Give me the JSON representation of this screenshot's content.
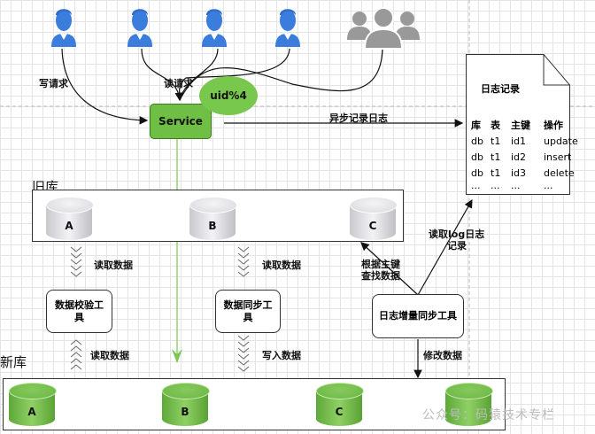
{
  "users": [
    {
      "name": "user-1",
      "color": "#3b7ddd"
    },
    {
      "name": "user-2",
      "color": "#3b7ddd"
    },
    {
      "name": "user-3",
      "color": "#3b7ddd"
    },
    {
      "name": "user-4",
      "color": "#3b7ddd"
    },
    {
      "name": "user-group",
      "color": "#999999"
    }
  ],
  "labels": {
    "write_request": "写请求",
    "read_request": "读请求",
    "async_log": "异步记录日志",
    "read_data_1": "读取数据",
    "read_data_2": "读取数据",
    "read_data_3": "读取数据",
    "write_data": "写入数据",
    "lookup_by_key_line1": "根据主键",
    "lookup_by_key_line2": "查找数据",
    "read_log_line1": "读取log日志",
    "read_log_line2": "记录",
    "modify_data": "修改数据"
  },
  "service": {
    "label": "Service",
    "color": "#6fbf45"
  },
  "shard_bubble": {
    "label": "uid%4"
  },
  "old_db": {
    "title": "旧库",
    "databases": [
      "A",
      "B",
      "C"
    ]
  },
  "new_db": {
    "title": "新库",
    "databases": [
      "A",
      "B",
      "C",
      ""
    ]
  },
  "tools": {
    "verify": "数据校验工具",
    "sync": "数据同步工具",
    "incremental": "日志增量同步工具"
  },
  "log_record": {
    "title": "日志记录",
    "headers": [
      "库",
      "表",
      "主键",
      "操作"
    ],
    "rows": [
      [
        "db",
        "t1",
        "id1",
        "update"
      ],
      [
        "db",
        "t1",
        "id2",
        "insert"
      ],
      [
        "db",
        "t1",
        "id3",
        "delete"
      ],
      [
        "...",
        "...",
        "...",
        "..."
      ]
    ]
  },
  "watermark": "公众号：码猿技术专栏"
}
